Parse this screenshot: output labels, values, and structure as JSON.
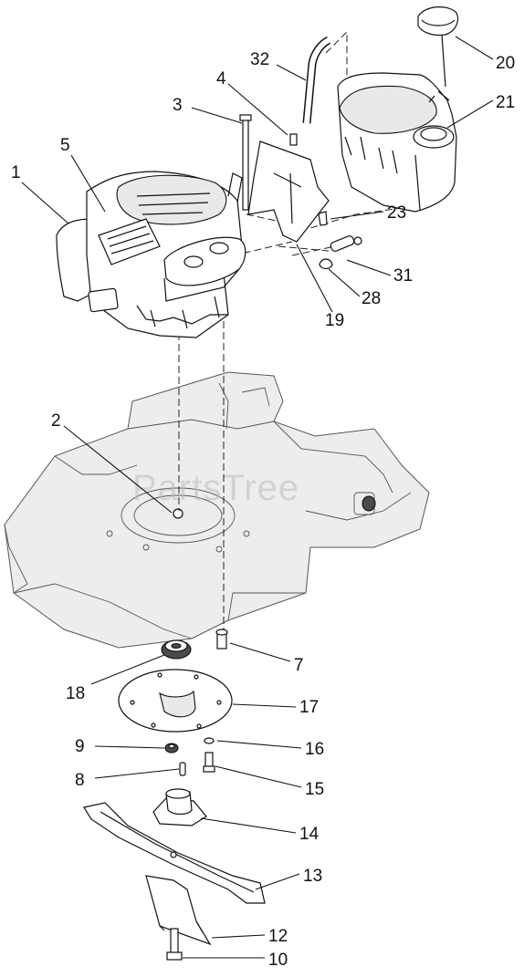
{
  "watermark": "PartsTree",
  "callouts": [
    {
      "id": "1",
      "label": "1"
    },
    {
      "id": "2",
      "label": "2"
    },
    {
      "id": "3",
      "label": "3"
    },
    {
      "id": "4",
      "label": "4"
    },
    {
      "id": "5",
      "label": "5"
    },
    {
      "id": "7",
      "label": "7"
    },
    {
      "id": "8",
      "label": "8"
    },
    {
      "id": "9",
      "label": "9"
    },
    {
      "id": "10",
      "label": "10"
    },
    {
      "id": "12",
      "label": "12"
    },
    {
      "id": "13",
      "label": "13"
    },
    {
      "id": "14",
      "label": "14"
    },
    {
      "id": "15",
      "label": "15"
    },
    {
      "id": "16",
      "label": "16"
    },
    {
      "id": "17",
      "label": "17"
    },
    {
      "id": "18",
      "label": "18"
    },
    {
      "id": "19",
      "label": "19"
    },
    {
      "id": "20",
      "label": "20"
    },
    {
      "id": "21",
      "label": "21"
    },
    {
      "id": "23",
      "label": "23"
    },
    {
      "id": "28",
      "label": "28"
    },
    {
      "id": "31",
      "label": "31"
    },
    {
      "id": "32",
      "label": "32"
    }
  ]
}
